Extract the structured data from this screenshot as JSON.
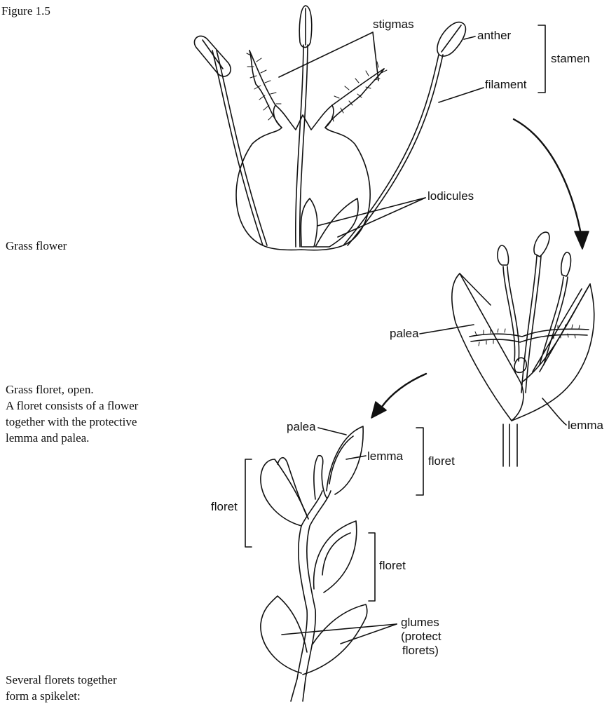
{
  "figure_label": "Figure 1.5",
  "captions": {
    "flower": "Grass flower",
    "floret_line1": "Grass floret, open.",
    "floret_line2": "A floret consists of a flower",
    "floret_line3": "together with the protective",
    "floret_line4": "lemma and palea.",
    "spikelet_line1": "Several florets together",
    "spikelet_line2": "form a spikelet:"
  },
  "flower_labels": {
    "stigmas": "stigmas",
    "anther": "anther",
    "filament": "filament",
    "stamen": "stamen",
    "lodicules": "lodicules"
  },
  "floret_labels": {
    "palea": "palea",
    "lemma": "lemma"
  },
  "spikelet_labels": {
    "palea": "palea",
    "lemma": "lemma",
    "floret_upper": "floret",
    "floret_left": "floret",
    "floret_middle": "floret",
    "glumes_line1": "glumes",
    "glumes_line2": "(protect",
    "glumes_line3": "florets)"
  }
}
